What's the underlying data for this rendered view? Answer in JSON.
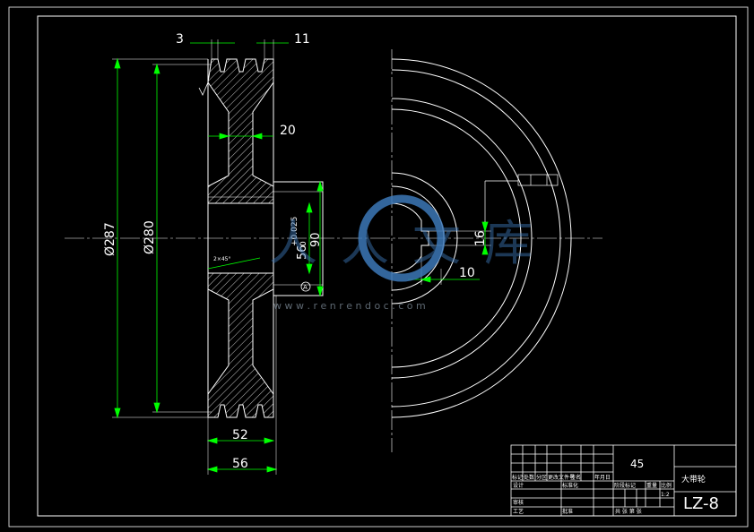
{
  "dimensions": {
    "groove_pitch": "3",
    "groove_edge": "11",
    "rim_dia": "Ø287",
    "pitch_dia": "Ø280",
    "web_thickness": "20",
    "bore_fit": "56",
    "bore_tol": "+0.025",
    "bore_tol_low": "0",
    "hub_dia": "90",
    "chamfer": "2×45°",
    "hub_width": "52",
    "total_width": "56",
    "keyway_height": "16",
    "keyway_width": "10",
    "datum": "A"
  },
  "title_block": {
    "material": "45",
    "part_name": "大带轮",
    "drawing_no": "LZ-8",
    "rev_headers": [
      "标记",
      "处数",
      "分区",
      "更改文件号",
      "签名",
      "年月日"
    ],
    "row_design": "设计",
    "row_standard": "标准化",
    "row_review": "审核",
    "row_process": "工艺",
    "row_approve": "批准",
    "stage_headers": [
      "阶段标记",
      "重量",
      "比例"
    ],
    "scale": "1:2",
    "sheet": "共 张 第 张"
  },
  "watermark": {
    "text": "人人文库",
    "url": "w w w . r e n r e n d o c . c o m"
  },
  "colors": {
    "outline": "#ffffff",
    "dimension": "#00ff00",
    "watermark": "#3d78b8"
  }
}
